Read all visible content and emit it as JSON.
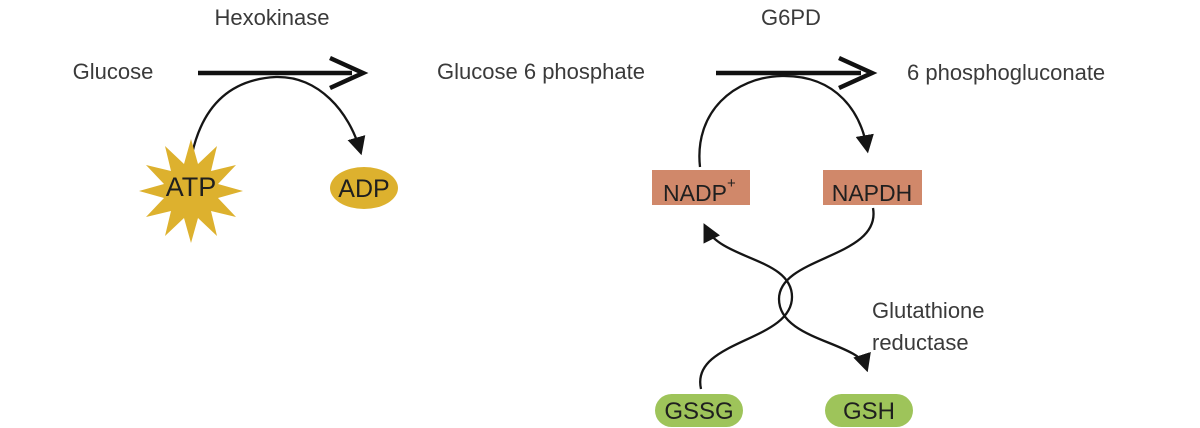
{
  "colors": {
    "gold": "#ddb12e",
    "salmon": "#d0886a",
    "green": "#9ec45a",
    "line": "#151515"
  },
  "hexokinase_reaction": {
    "enzyme": "Hexokinase",
    "substrate": "Glucose",
    "cofactor_in": "ATP",
    "cofactor_out": "ADP"
  },
  "g6pd_reaction": {
    "intermediate": "Glucose 6 phosphate",
    "enzyme": "G6PD",
    "product": "6 phosphogluconate",
    "cofactor_in_base": "NADP",
    "cofactor_in_sup": "+",
    "cofactor_out": "NAPDH"
  },
  "glutathione_reaction": {
    "enzyme_line1": "Glutathione",
    "enzyme_line2": "reductase",
    "substrate": "GSSG",
    "product": "GSH"
  }
}
